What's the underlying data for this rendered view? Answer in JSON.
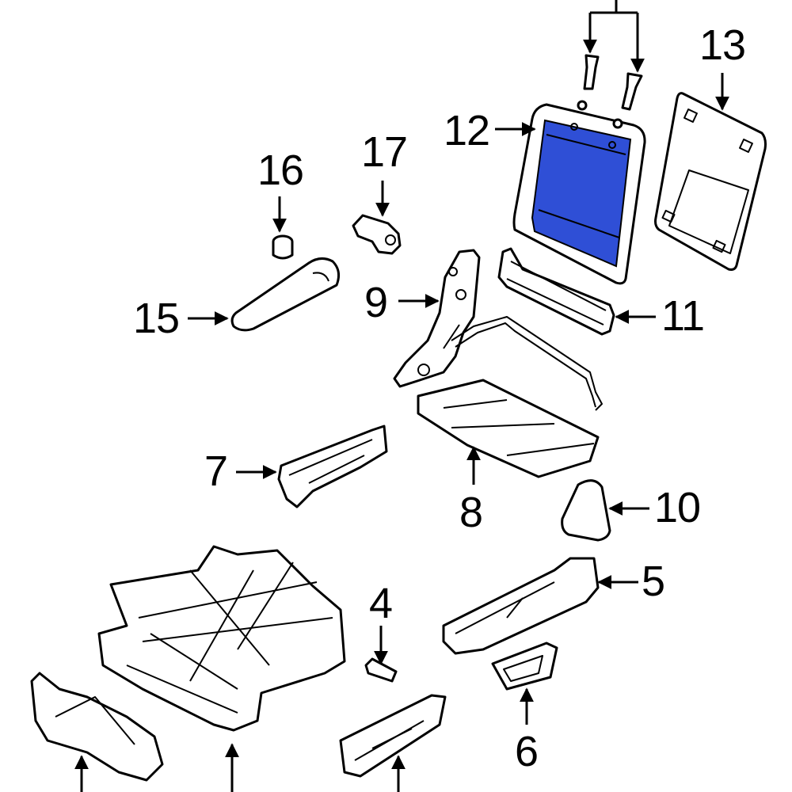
{
  "colors": {
    "highlight_fill": "#2F4FD6",
    "line": "#000000",
    "background": "#ffffff"
  },
  "highlighted_part": "12",
  "callouts": {
    "c4": "4",
    "c5": "5",
    "c6": "6",
    "c7": "7",
    "c8": "8",
    "c9": "9",
    "c10": "10",
    "c11": "11",
    "c12": "12",
    "c13": "13",
    "c15": "15",
    "c16": "16",
    "c17": "17"
  }
}
